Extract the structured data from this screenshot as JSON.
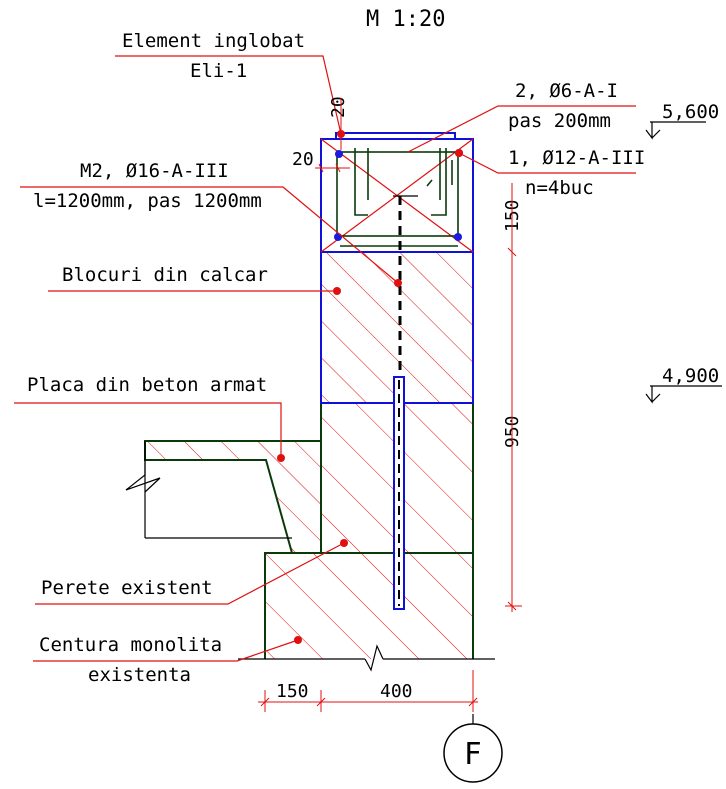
{
  "drawing": {
    "scale": "M 1:20",
    "axis": "F",
    "levels": [
      "5,600",
      "4,900"
    ],
    "labels": {
      "element_inglobat": [
        "Element inglobat",
        "Eli-1"
      ],
      "rebar_2": [
        "2, Ø6-A-I",
        "pas 200mm"
      ],
      "rebar_1": [
        "1, Ø12-A-III",
        "n=4buc"
      ],
      "anchor_m2": [
        "M2, Ø16-A-III",
        "l=1200mm, pas 1200mm"
      ],
      "blocuri": "Blocuri din calcar",
      "placa": "Placa din beton armat",
      "perete": "Perete existent",
      "centura": [
        "Centura monolita",
        "existenta"
      ]
    },
    "dimensions": {
      "cover_top": "20",
      "cover_side": "20",
      "beam_height": "150",
      "block_height": "950",
      "offset": "150",
      "wall_width": "400"
    },
    "colors": {
      "outline": "#0a3a0a",
      "leader": "#e01010",
      "hatch": "#e01010",
      "steel": "#1010d8"
    }
  }
}
